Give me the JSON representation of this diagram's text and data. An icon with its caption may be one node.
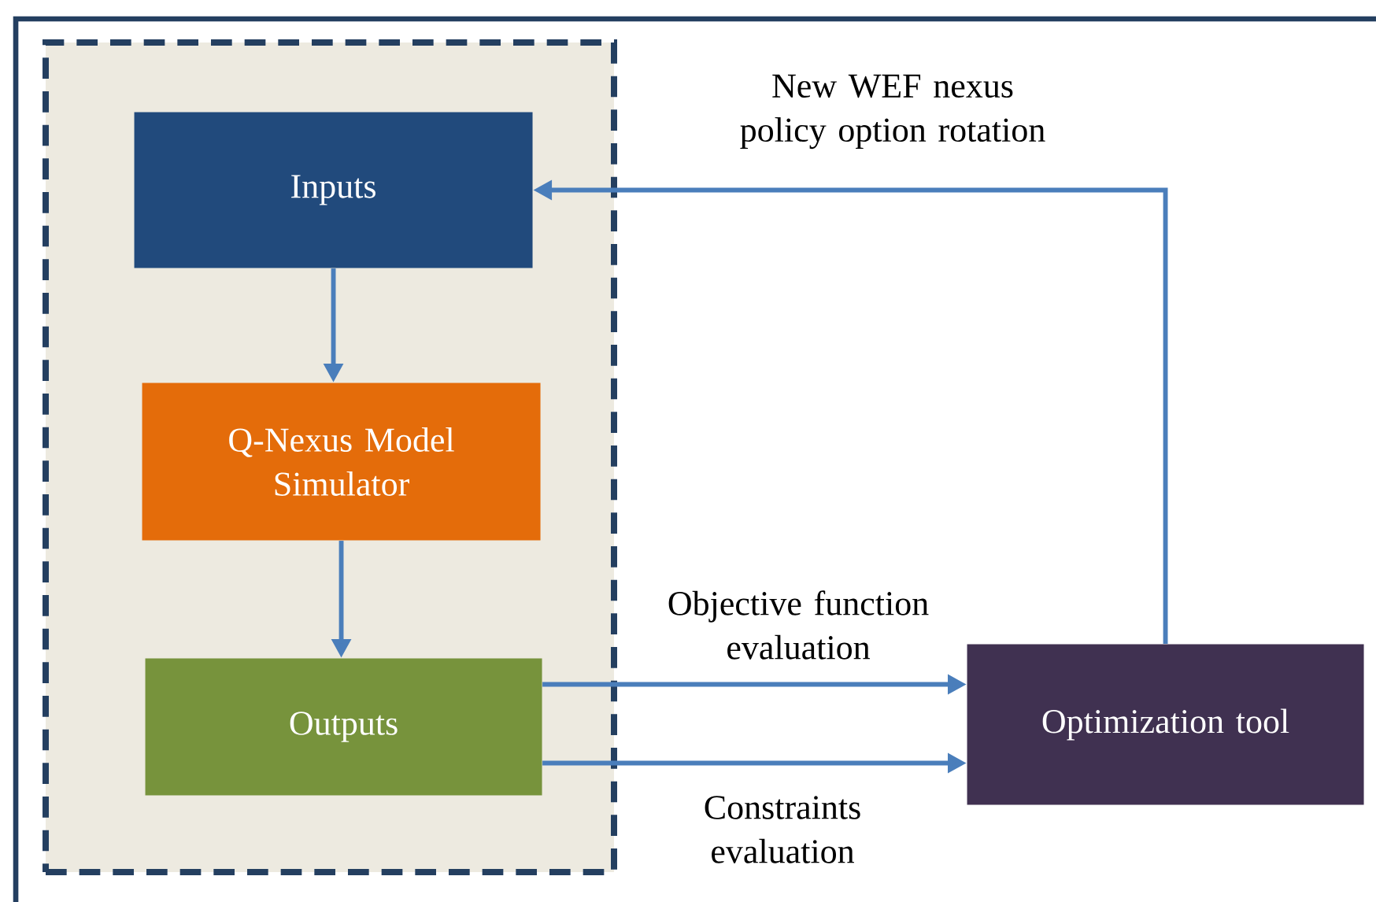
{
  "diagram": {
    "nodes": [
      {
        "text": [],
        "shape": "box"
      },
      {
        "text": [
          "Inputs"
        ],
        "in": 0
      },
      {
        "text": [
          "Q-Nexus Model Simulator"
        ],
        "in": 0
      },
      {
        "text": [
          "Outputs"
        ],
        "in": 0
      },
      {
        "text": [
          "Optimization tool"
        ]
      }
    ],
    "edges": [
      {
        "from": 1,
        "to": 2,
        "arrow": "to"
      },
      {
        "from": 2,
        "to": 3,
        "arrow": "to"
      },
      {
        "from": 3,
        "to": 4,
        "arrow": "to",
        "label": "Objective function evaluation"
      },
      {
        "from": 3,
        "to": 4,
        "arrow": "to",
        "label": "Constraints evaluation"
      },
      {
        "from": 4,
        "to": 1,
        "arrow": "to",
        "label": "New WEF nexus policy option rotation"
      }
    ]
  }
}
